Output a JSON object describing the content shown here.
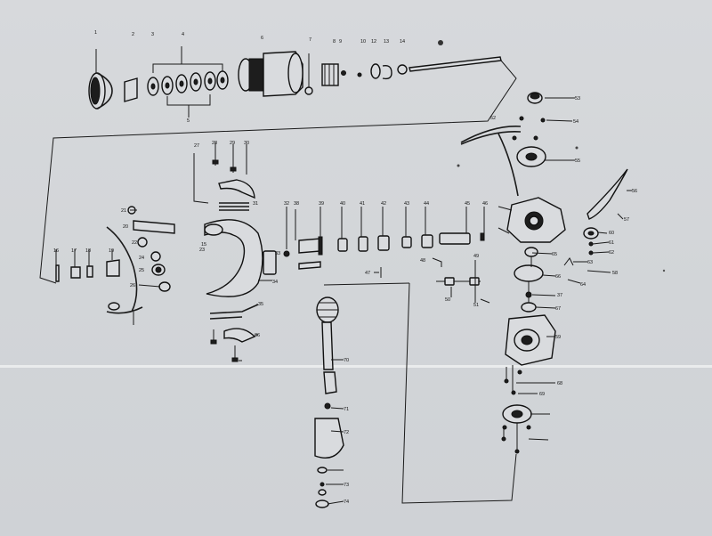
{
  "diagram": {
    "callouts": {
      "c1": "1",
      "c2": "2",
      "c3": "3",
      "c4": "4",
      "c5": "5",
      "c6": "6",
      "c7": "7",
      "c8": "8",
      "c9": "9",
      "c10": "10",
      "c12": "12",
      "c13": "13",
      "c14": "14",
      "c15": "15",
      "c16": "16",
      "c17": "17",
      "c18": "18",
      "c19": "19",
      "c20": "20",
      "c21": "21",
      "c22": "22",
      "c23": "23",
      "c24": "24",
      "c25": "25",
      "c26": "26",
      "c27": "27",
      "c28": "28",
      "c29": "29",
      "c30": "30",
      "c31": "31",
      "c32": "32",
      "c33": "33",
      "c34": "34",
      "c35": "35",
      "c36": "36",
      "c37": "37",
      "c38": "38",
      "c39": "39",
      "c40": "40",
      "c41": "41",
      "c42": "42",
      "c43": "43",
      "c44": "44",
      "c45": "45",
      "c46": "46",
      "c47": "47",
      "c48": "48",
      "c49": "49",
      "c50": "50",
      "c51": "51",
      "c52": "52",
      "c53": "53",
      "c54": "54",
      "c55": "55",
      "c56": "56",
      "c57": "57",
      "c58": "58",
      "c59": "59",
      "c60": "60",
      "c61": "61",
      "c62": "62",
      "c63": "63",
      "c64": "64",
      "c65": "65",
      "c66": "66",
      "c67": "67",
      "c68": "68",
      "c69": "69",
      "c70": "70",
      "c71": "71",
      "c72": "72",
      "c73": "73",
      "c74": "74"
    }
  }
}
